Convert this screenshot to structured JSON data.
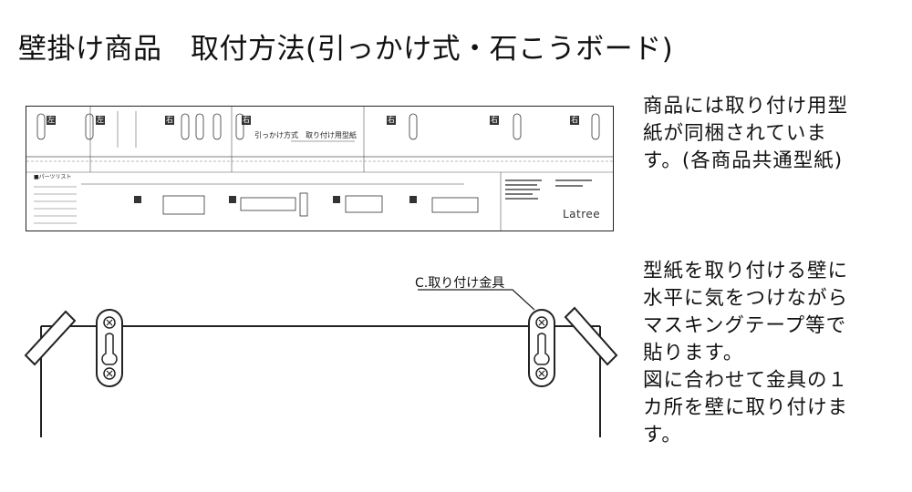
{
  "title": "壁掛け商品　取付方法(引っかけ式・石こうボード)",
  "template": {
    "heading": "引っかけ方式　取り付け用型紙",
    "brand": "Latree",
    "parts_list": "■パーツリスト",
    "marks": [
      "左",
      "左",
      "右",
      "右",
      "右",
      "右",
      "右"
    ]
  },
  "note1_lines": [
    "商品には取り付け用型",
    "紙が同梱されていま",
    "す。(各商品共通型紙)"
  ],
  "note2_lines": [
    "型紙を取り付ける壁に",
    "水平に気をつけながら",
    "マスキングテープ等で",
    "貼ります。",
    "図に合わせて金具の１",
    "カ所を壁に取り付けま",
    "す。"
  ],
  "diagram": {
    "callout": "C.取り付け金具"
  }
}
